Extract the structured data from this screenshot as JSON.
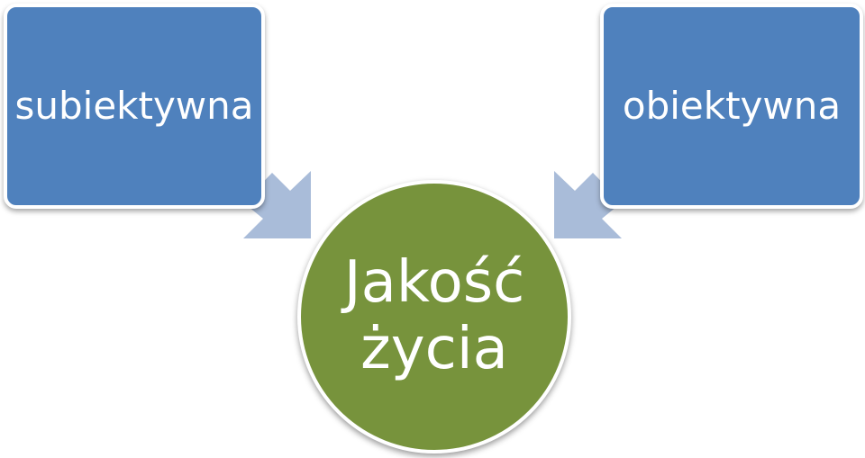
{
  "nodes": {
    "left": {
      "label": "subiektywna"
    },
    "right": {
      "label": "obiektywna"
    },
    "center": {
      "line1": "Jakość",
      "line2": "życia"
    }
  },
  "colors": {
    "box_fill": "#4f81bd",
    "circle_fill": "#77933c",
    "arrow_fill": "#a9bcd9",
    "text": "#ffffff"
  }
}
